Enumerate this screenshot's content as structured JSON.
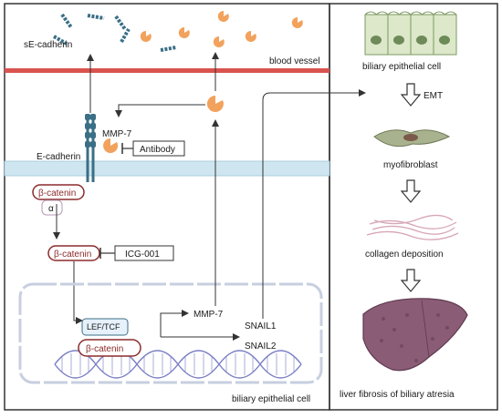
{
  "labels": {
    "se_cadherin": "sE-cadherin",
    "blood_vessel": "blood vessel",
    "mmp7_top": "MMP-7",
    "antibody": "Antibody",
    "e_cadherin": "E-cadherin",
    "beta_catenin": "β-catenin",
    "alpha": "α",
    "icg001": "ICG-001",
    "lef_tcf": "LEF/TCF",
    "mmp7_bottom": "MMP-7",
    "snail1": "SNAIL1",
    "snail2": "SNAIL2",
    "bec_left": "biliary epithelial cell"
  },
  "right_panel": {
    "bec": "biliary epithelial cell",
    "emt": "EMT",
    "myofibroblast": "myofibroblast",
    "collagen": "collagen deposition",
    "liver": "liver fibrosis of biliary atresia"
  },
  "colors": {
    "vessel_red": "#d9534f",
    "membrane_blue": "#cfe6f0",
    "mmp7_orange": "#f2a25c",
    "catenin_red": "#8b2b2b",
    "cadherin_teal": "#3a6f86",
    "dna_purple": "#7b7fc4"
  }
}
